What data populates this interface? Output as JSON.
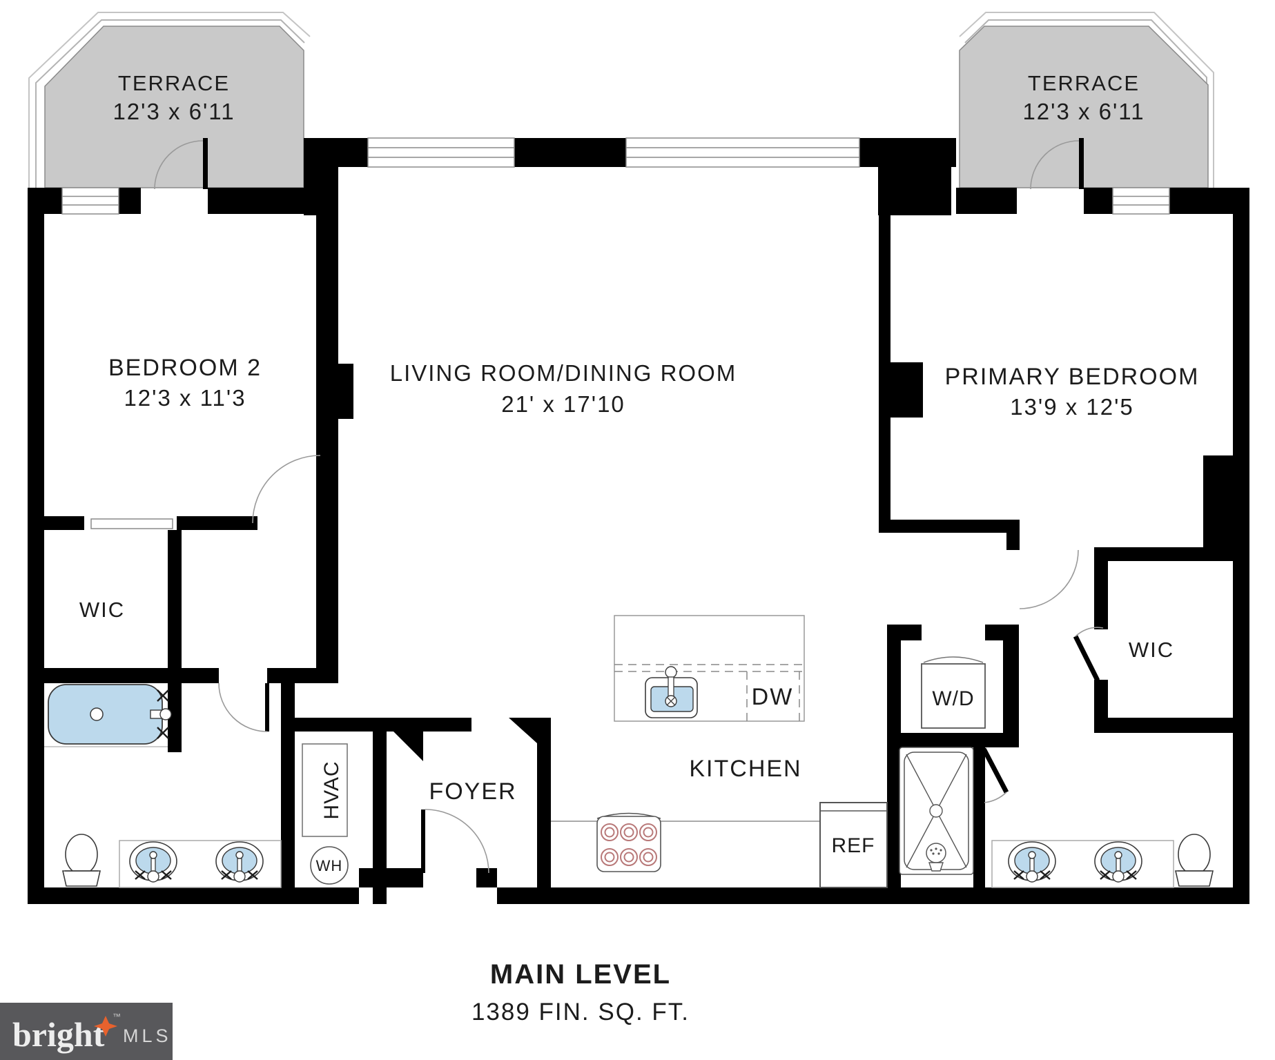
{
  "plan": {
    "title": "MAIN LEVEL",
    "subtitle": "1389 FIN. SQ. FT.",
    "rooms": {
      "terrace_left": {
        "name": "TERRACE",
        "dims": "12'3 x 6'11"
      },
      "terrace_right": {
        "name": "TERRACE",
        "dims": "12'3 x 6'11"
      },
      "bedroom2": {
        "name": "BEDROOM 2",
        "dims": "12'3 x 11'3"
      },
      "living": {
        "name": "LIVING ROOM/DINING ROOM",
        "dims": "21' x 17'10"
      },
      "primary": {
        "name": "PRIMARY BEDROOM",
        "dims": "13'9 x 12'5"
      },
      "wic_left": {
        "name": "WIC"
      },
      "wic_right": {
        "name": "WIC"
      },
      "foyer": {
        "name": "FOYER"
      },
      "kitchen": {
        "name": "KITCHEN"
      }
    },
    "appliances": {
      "dishwasher": "DW",
      "refrigerator": "REF",
      "washer_dryer": "W/D",
      "hvac": "HVAC",
      "water_heater": "WH"
    },
    "colors": {
      "wall": "#000000",
      "terrace": "#c9c9c9",
      "fixture_blue": "#bcd9ec",
      "burner": "#b87878",
      "line_gray": "#9a9a9a"
    }
  },
  "branding": {
    "logo_text": "bright",
    "logo_tm": "™",
    "logo_suffix": "MLS",
    "bg": "#58585b",
    "star": "#e8622d"
  }
}
